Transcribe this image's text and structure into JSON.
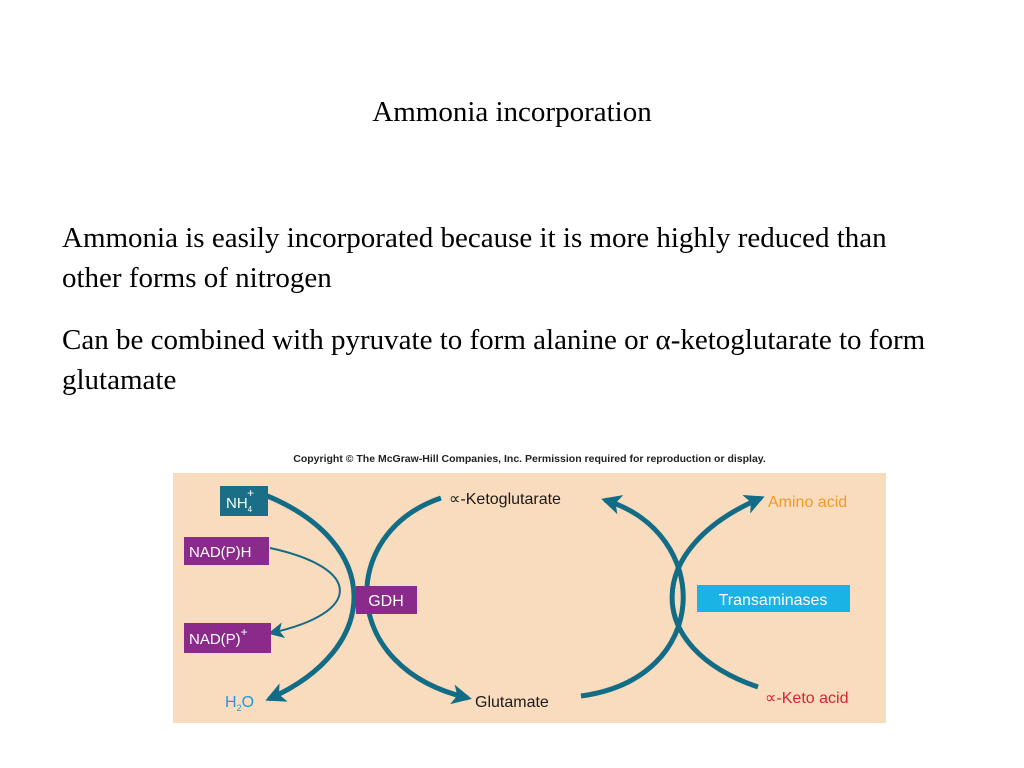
{
  "slide": {
    "title": "Ammonia incorporation",
    "paragraphs": [
      "Ammonia is easily incorporated because it is more highly reduced than other forms of nitrogen",
      "Can be combined with pyruvate to form alanine or α-ketoglutarate to form glutamate"
    ]
  },
  "figure": {
    "copyright": "Copyright © The McGraw-Hill Companies, Inc. Permission required for reproduction or display.",
    "colors": {
      "panel": "#f9dcbe",
      "arrow": "#126c86",
      "teal_box": "#1a6e86",
      "purple_box": "#8a2a8a",
      "cyan_box": "#19b3e6",
      "water": "#1d9bd7",
      "amino": "#f09a26",
      "keto_acid": "#d9232e"
    },
    "labels": {
      "nh4": "NH",
      "nh4_sub": "4",
      "nh4_sup": "+",
      "nadph": "NAD(P)H",
      "nadp": "NAD(P)",
      "nadp_sup": "+",
      "h2o_h": "H",
      "h2o_sub": "2",
      "h2o_o": "O",
      "gdh": "GDH",
      "ketoglutarate": "∝-Ketoglutarate",
      "glutamate": "Glutamate",
      "transaminases": "Transaminases",
      "amino_acid": "Amino acid",
      "keto_acid": "∝-Keto acid"
    }
  }
}
